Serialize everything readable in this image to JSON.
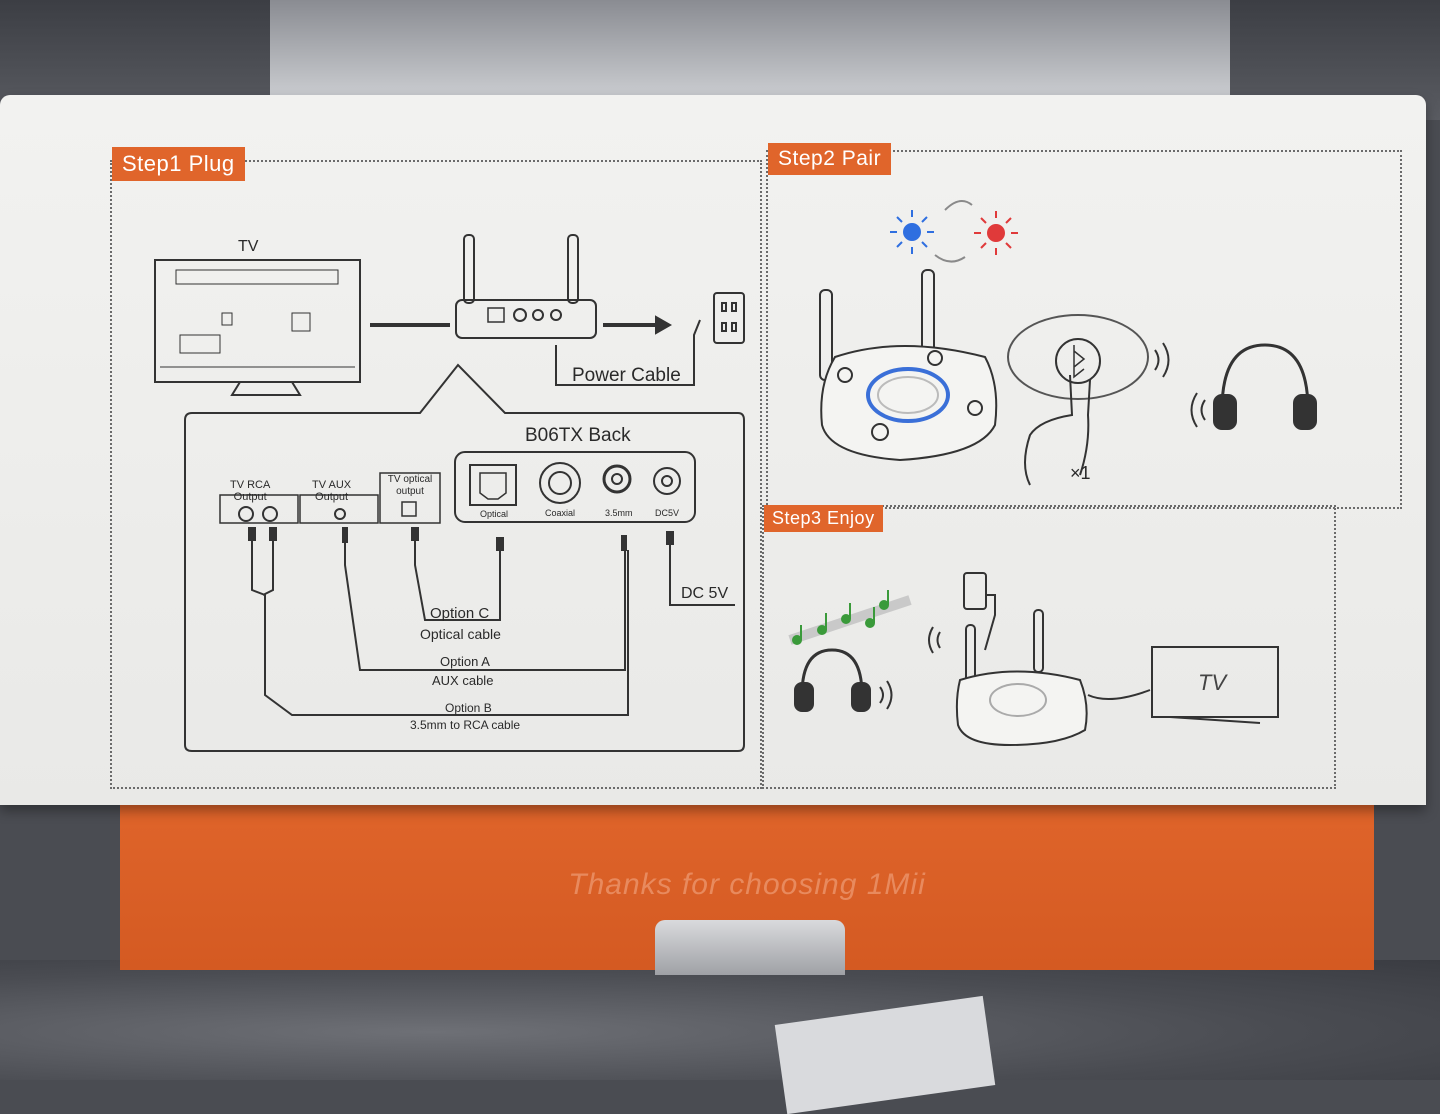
{
  "steps": {
    "step1": {
      "tag": "Step1 Plug"
    },
    "step2": {
      "tag": "Step2 Pair"
    },
    "step3": {
      "tag": "Step3 Enjoy"
    }
  },
  "diagram": {
    "tv_label": "TV",
    "power_cable": "Power Cable",
    "back_title": "B06TX Back",
    "ports": [
      "Optical",
      "Coaxial",
      "3.5mm",
      "DC5V"
    ],
    "tv_outputs": [
      {
        "line1": "TV RCA",
        "line2": "Output"
      },
      {
        "line1": "TV AUX",
        "line2": "Output"
      },
      {
        "line1": "TV optical",
        "line2": "output"
      }
    ],
    "dc_label": "DC 5V",
    "option_c": {
      "title": "Option C",
      "cable": "Optical cable"
    },
    "option_a": {
      "title": "Option A",
      "cable": "AUX  cable"
    },
    "option_b": {
      "title": "Option B",
      "cable": "3.5mm to RCA cable"
    },
    "press_count": "×1",
    "step3_tv": "TV"
  },
  "box": {
    "thanks": "Thanks for choosing 1Mii"
  },
  "colors": {
    "accent": "#e0652b",
    "blue_led": "#2f6fe0",
    "red_led": "#e03a3a"
  }
}
